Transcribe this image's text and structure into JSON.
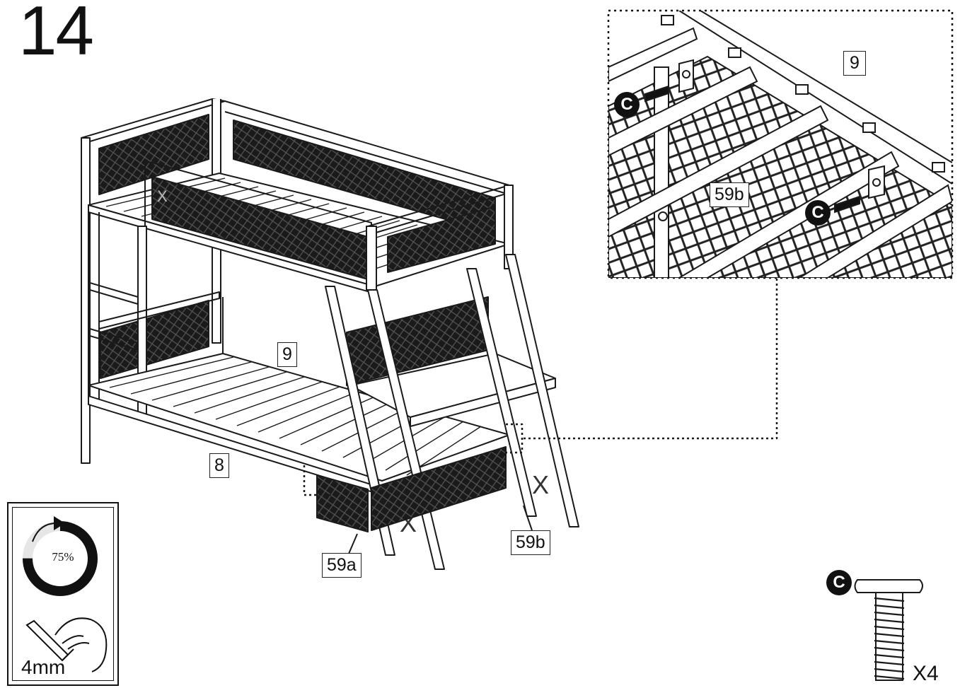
{
  "step": {
    "number": "14"
  },
  "callouts": {
    "top_bunk": "9",
    "bottom_bunk": "8",
    "part_59a": "59a",
    "part_59b": "59b",
    "detail_top_bunk": "9",
    "detail_part_59b": "59b"
  },
  "hardware": {
    "label": "C",
    "quantity": "X4"
  },
  "tool": {
    "progress_text": "75%",
    "progress_fraction": 0.75,
    "size": "4mm",
    "icon": "hex-key-icon"
  },
  "colors": {
    "line": "#1a1a1a",
    "panel": "#111111",
    "background": "#ffffff"
  }
}
